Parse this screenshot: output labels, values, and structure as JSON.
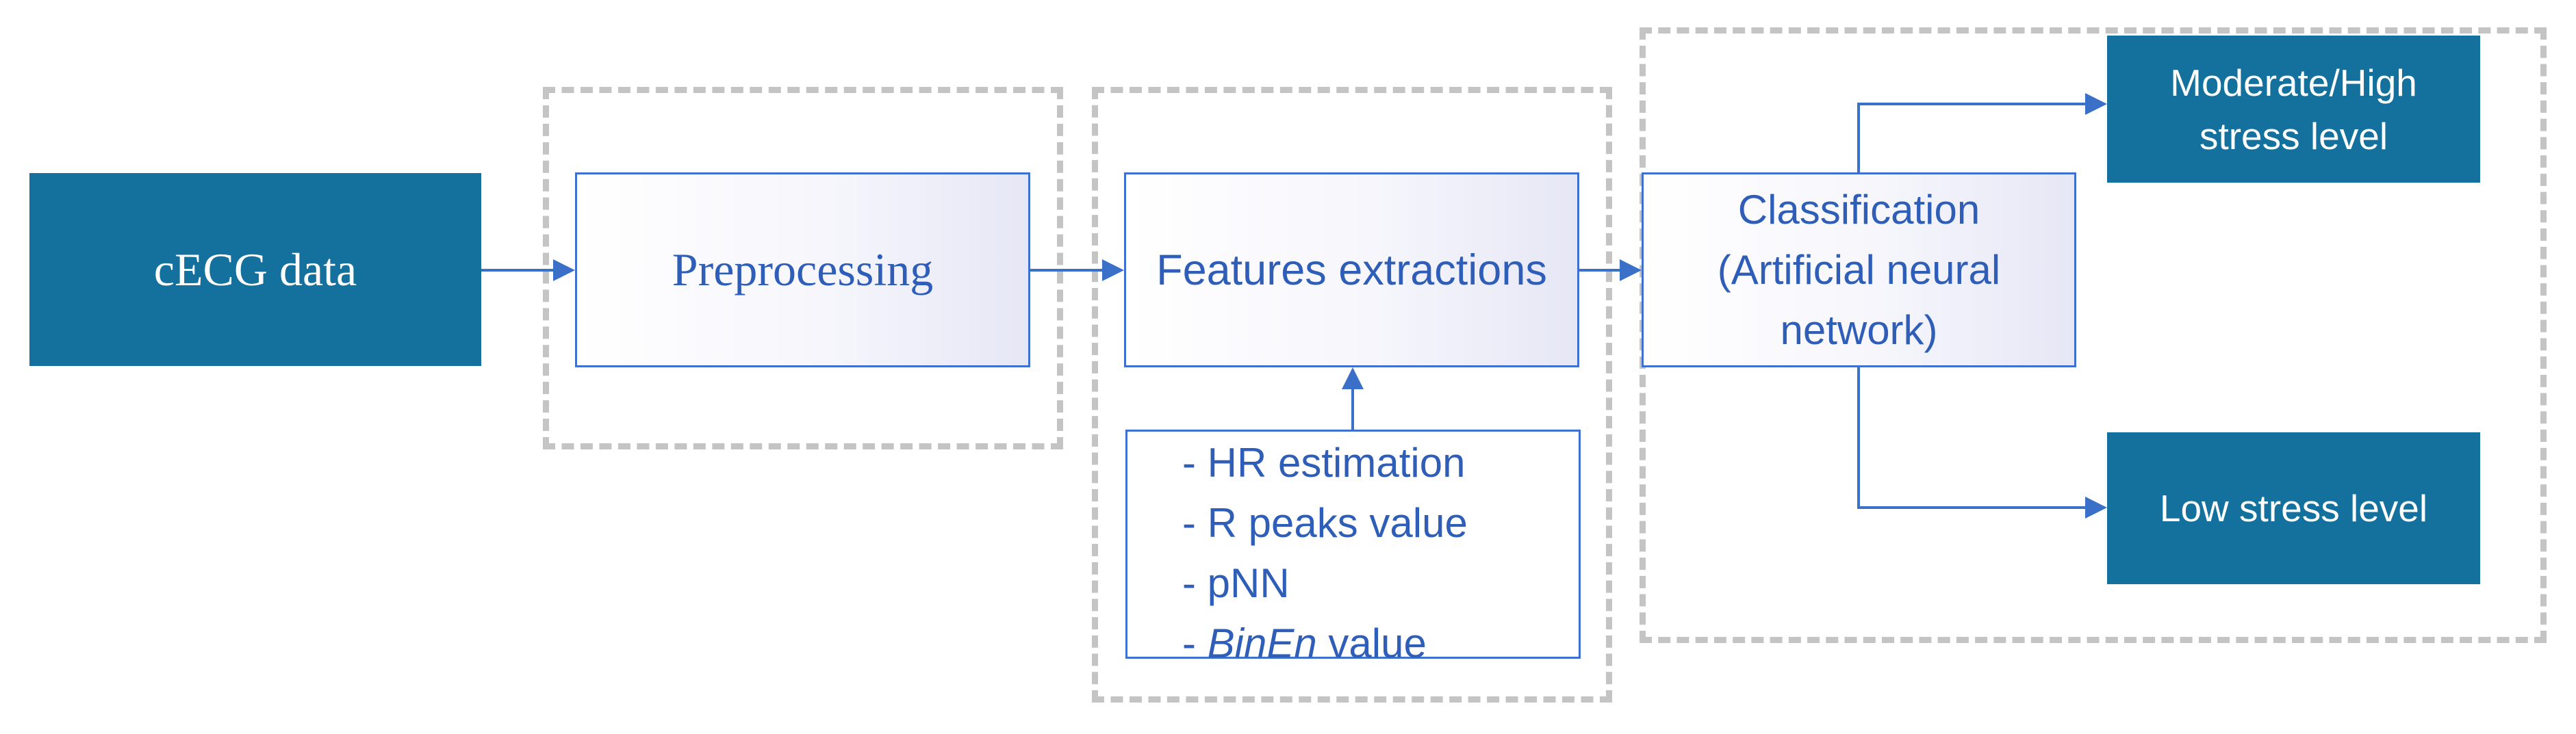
{
  "diagram": {
    "nodes": {
      "input": {
        "label": "cECG data"
      },
      "preprocessing": {
        "label": "Preprocessing"
      },
      "features": {
        "label": "Features extractions"
      },
      "classification": {
        "lines": [
          "Classification",
          "(Artificial neural",
          "network)"
        ]
      },
      "output_high": {
        "lines": [
          "Moderate/High",
          "stress level"
        ]
      },
      "output_low": {
        "label": "Low stress level"
      }
    },
    "feature_list": [
      {
        "prefix": "- ",
        "emph": "",
        "text": "HR estimation"
      },
      {
        "prefix": "- ",
        "emph": "",
        "text": "R peaks value"
      },
      {
        "prefix": "- ",
        "emph": "",
        "text": "pNN"
      },
      {
        "prefix": "- ",
        "emph": "BinEn",
        "text": " value"
      }
    ],
    "edges": [
      {
        "from": "input",
        "to": "preprocessing"
      },
      {
        "from": "preprocessing",
        "to": "features"
      },
      {
        "from": "feature_list",
        "to": "features"
      },
      {
        "from": "features",
        "to": "classification"
      },
      {
        "from": "classification",
        "to": "output_high"
      },
      {
        "from": "classification",
        "to": "output_low"
      }
    ],
    "colors": {
      "dark_box": "#14709c",
      "box_border": "#3f6fcf",
      "box_text": "#2e5eb8",
      "arrow": "#3a70c8",
      "dashed_group": "#c4c4c4"
    }
  }
}
